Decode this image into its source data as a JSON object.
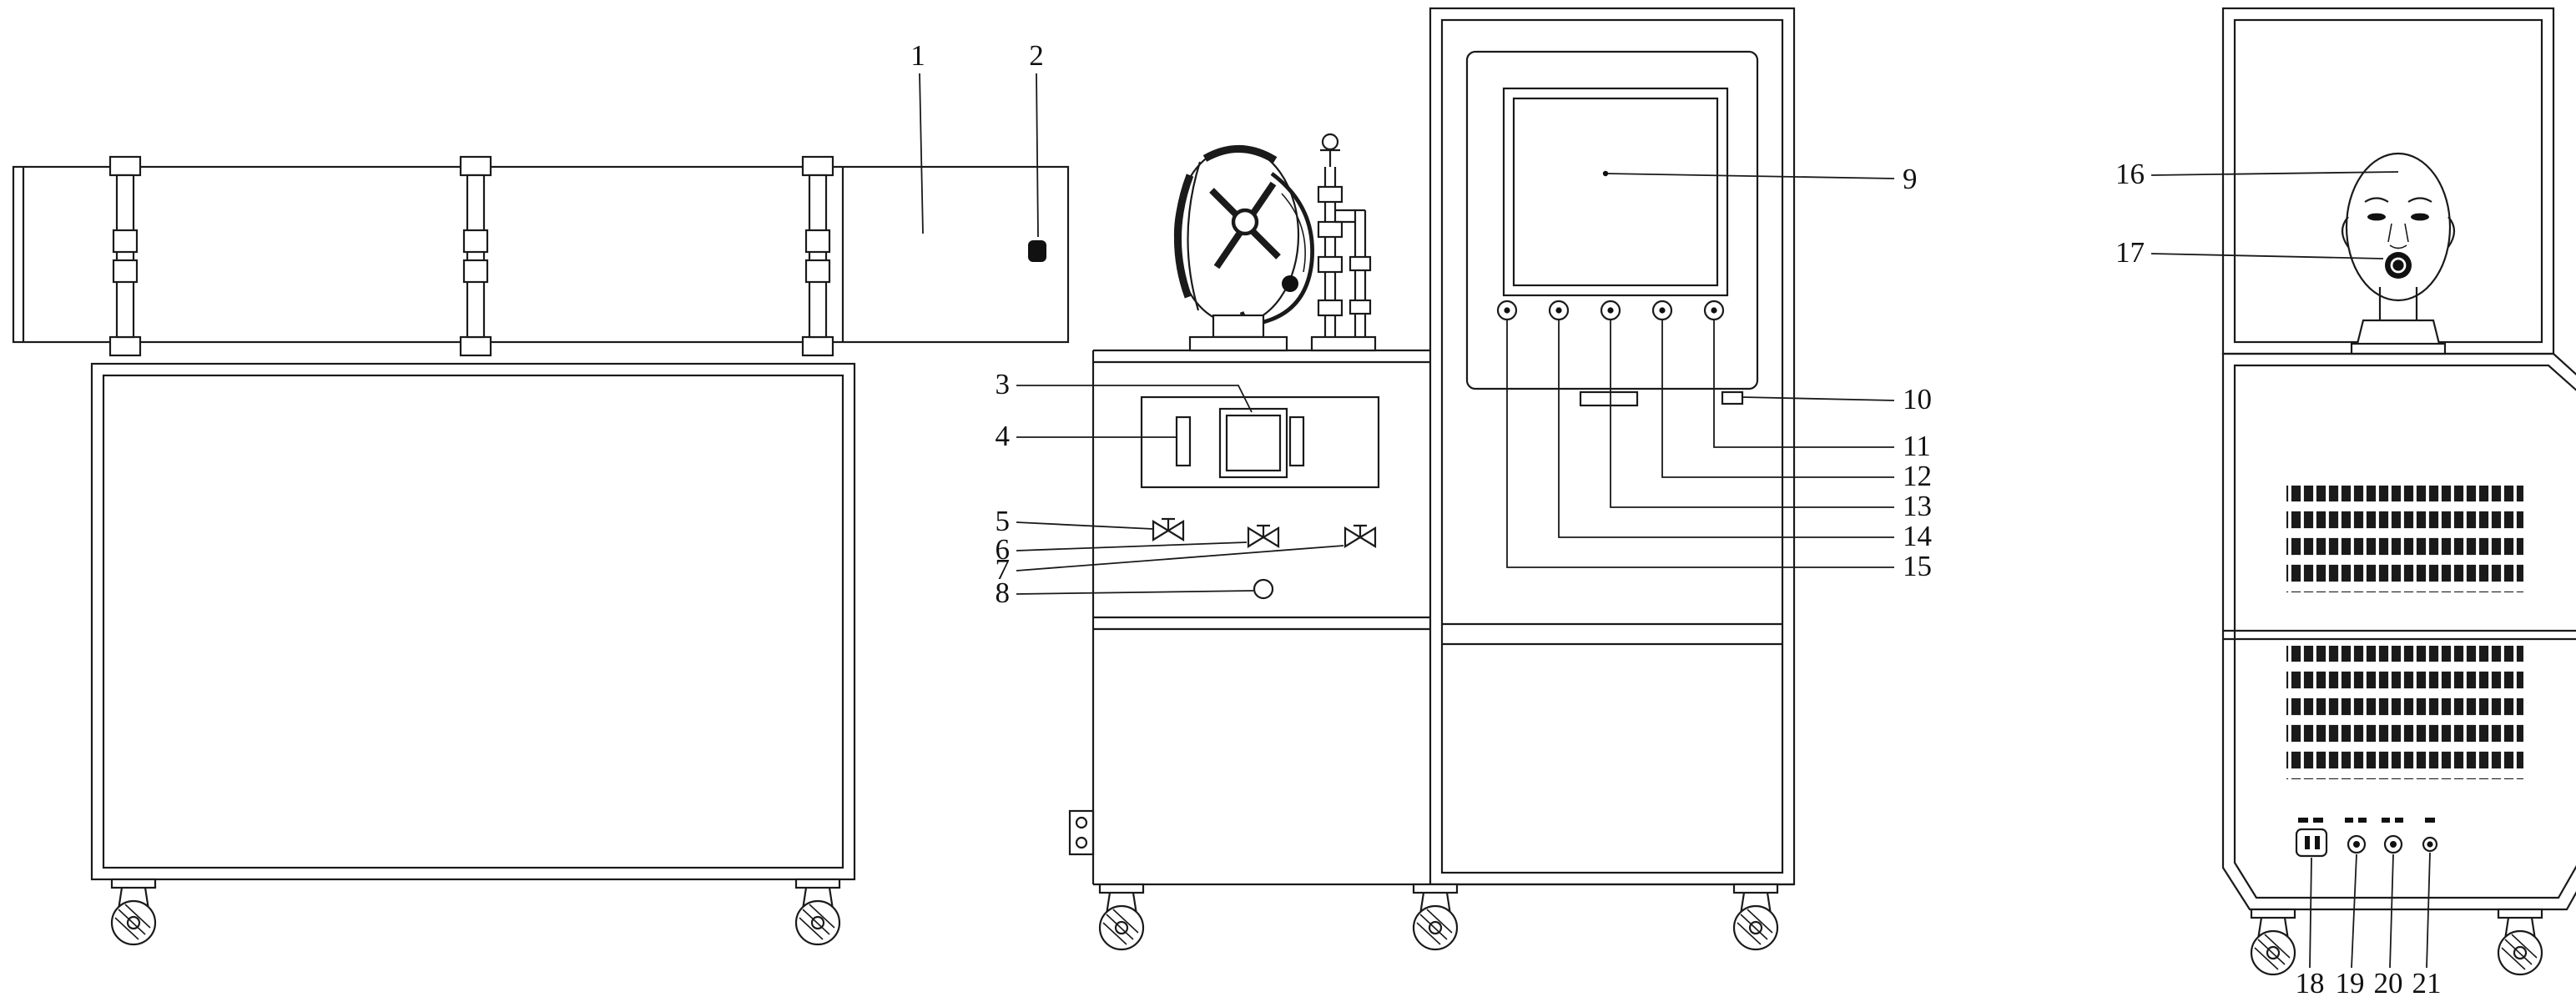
{
  "figure": {
    "background_color": "#ffffff",
    "ink_color": "#1a1a1a",
    "callouts": [
      "1",
      "2",
      "3",
      "4",
      "5",
      "6",
      "7",
      "8",
      "9",
      "10",
      "11",
      "12",
      "13",
      "14",
      "15",
      "16",
      "17",
      "18",
      "19",
      "20",
      "21"
    ]
  }
}
